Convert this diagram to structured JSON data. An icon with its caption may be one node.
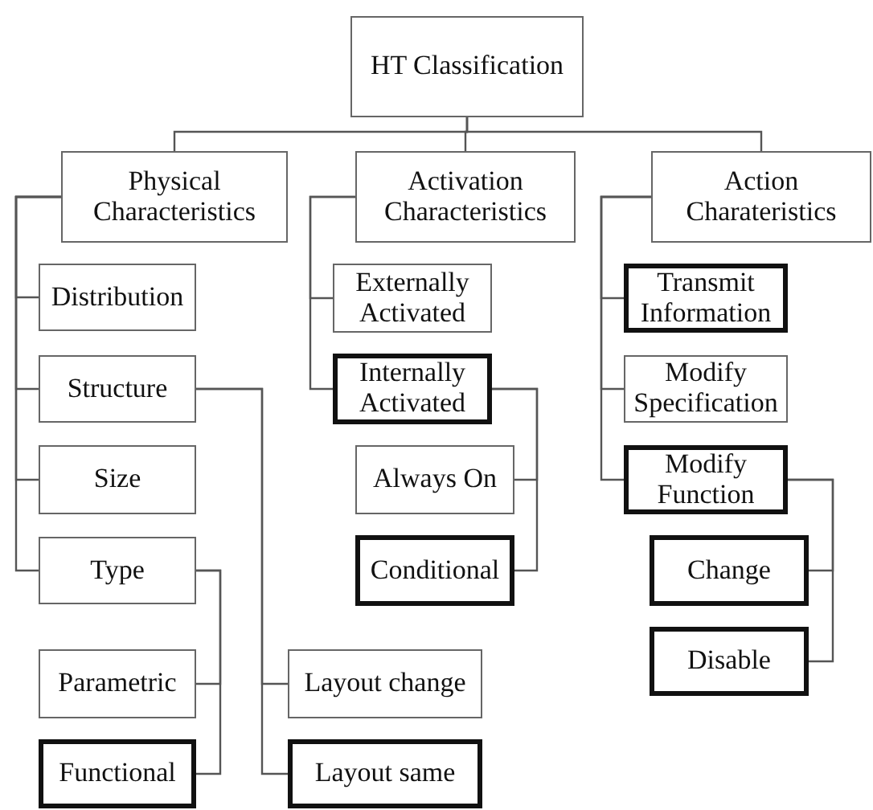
{
  "diagram": {
    "nodes": [
      {
        "text": [
          "HT Classification"
        ]
      },
      {
        "text": [
          "Physical Characteristics"
        ]
      },
      {
        "text": [
          "Activation Characteristics"
        ]
      },
      {
        "text": [
          "Action Charateristics"
        ]
      },
      {
        "text": [
          "Distribution"
        ]
      },
      {
        "text": [
          "Structure"
        ]
      },
      {
        "text": [
          "Size"
        ]
      },
      {
        "text": [
          "Type"
        ]
      },
      {
        "text": [
          "Externally Activated"
        ]
      },
      {
        "text": [
          "Internally Activated"
        ]
      },
      {
        "text": [
          "Always On"
        ]
      },
      {
        "text": [
          "Conditional"
        ]
      },
      {
        "text": [
          "Transmit Information"
        ]
      },
      {
        "text": [
          "Modify Specification"
        ]
      },
      {
        "text": [
          "Modify Function"
        ]
      },
      {
        "text": [
          "Change"
        ]
      },
      {
        "text": [
          "Disable"
        ]
      },
      {
        "text": [
          "Parametric"
        ]
      },
      {
        "text": [
          "Functional"
        ]
      },
      {
        "text": [
          "Layout change"
        ]
      },
      {
        "text": [
          "Layout same"
        ]
      }
    ],
    "edges": [
      {
        "from": 0,
        "to": 1,
        "arrow": "none"
      },
      {
        "from": 0,
        "to": 2,
        "arrow": "none"
      },
      {
        "from": 0,
        "to": 3,
        "arrow": "none"
      },
      {
        "from": 1,
        "to": 4,
        "arrow": "none"
      },
      {
        "from": 1,
        "to": 5,
        "arrow": "none"
      },
      {
        "from": 1,
        "to": 6,
        "arrow": "none"
      },
      {
        "from": 1,
        "to": 7,
        "arrow": "none"
      },
      {
        "from": 2,
        "to": 8,
        "arrow": "none"
      },
      {
        "from": 2,
        "to": 9,
        "arrow": "none"
      },
      {
        "from": 9,
        "to": 10,
        "arrow": "none"
      },
      {
        "from": 9,
        "to": 11,
        "arrow": "none"
      },
      {
        "from": 3,
        "to": 12,
        "arrow": "none"
      },
      {
        "from": 3,
        "to": 13,
        "arrow": "none"
      },
      {
        "from": 3,
        "to": 14,
        "arrow": "none"
      },
      {
        "from": 14,
        "to": 15,
        "arrow": "none"
      },
      {
        "from": 14,
        "to": 16,
        "arrow": "none"
      },
      {
        "from": 7,
        "to": 17,
        "arrow": "none"
      },
      {
        "from": 7,
        "to": 18,
        "arrow": "none"
      },
      {
        "from": 5,
        "to": 19,
        "arrow": "none"
      },
      {
        "from": 5,
        "to": 20,
        "arrow": "none"
      }
    ]
  }
}
